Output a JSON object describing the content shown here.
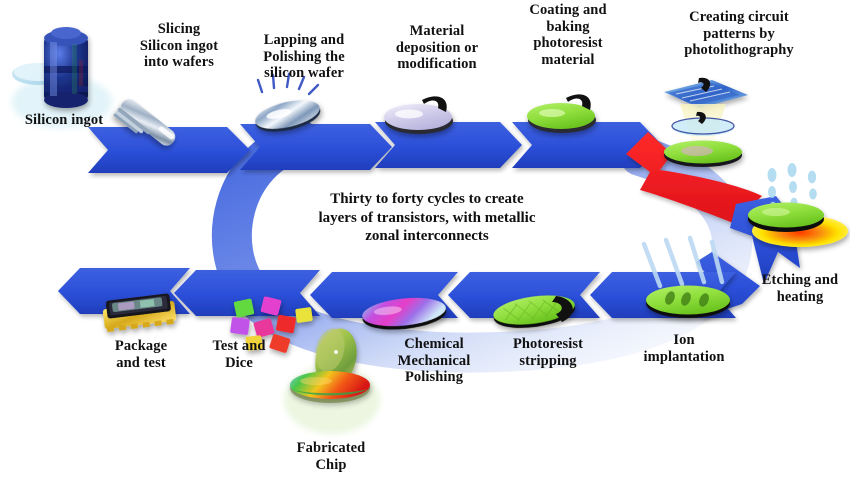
{
  "diagram": {
    "title_note": "Thirty to forty cycles to create\nlayers of transistors, with metallic\nzonal interconnects",
    "colors": {
      "arrow_blue": "#2b4fd8",
      "arrow_blue_dark": "#1f3dbb",
      "arrow_red": "#ef1822",
      "ring_blue": "#3a5fdc",
      "wafer_green": "#8ede3c",
      "wafer_lavender": "#d7d4ef",
      "hotplate_yellow": "#ffe200",
      "hotplate_orange": "#f26a12",
      "ingot_blue": "#1a2f92",
      "text": "#111111"
    },
    "steps": [
      {
        "id": "silicon-ingot",
        "label": "Silicon ingot",
        "icon": "ingot-icon",
        "row": "top",
        "order": 0
      },
      {
        "id": "slicing",
        "label": "Slicing\nSilicon ingot\ninto wafers",
        "icon": "saw-blade-icon",
        "row": "top",
        "order": 1
      },
      {
        "id": "lapping-polishing",
        "label": "Lapping and\nPolishing the\nsilicon wafer",
        "icon": "shiny-wafer-icon",
        "row": "top",
        "order": 2
      },
      {
        "id": "material-deposition",
        "label": "Material\ndeposition or\nmodification",
        "icon": "deposition-wafer-icon",
        "row": "top",
        "order": 3
      },
      {
        "id": "coating-baking",
        "label": "Coating and\nbaking\nphotoresist\nmaterial",
        "icon": "photoresist-wafer-icon",
        "row": "top",
        "order": 4
      },
      {
        "id": "photolithography",
        "label": "Creating circuit\npatterns by\nphotolithography",
        "icon": "stepper-icon",
        "row": "top",
        "order": 5
      },
      {
        "id": "etching-heating",
        "label": "Etching and\nheating",
        "icon": "hotplate-icon",
        "row": "right",
        "order": 6
      },
      {
        "id": "ion-implantation",
        "label": "Ion\nimplantation",
        "icon": "ion-beam-icon",
        "row": "bottom",
        "order": 7
      },
      {
        "id": "photoresist-stripping",
        "label": "Photoresist\nstripping",
        "icon": "stripping-wafer-icon",
        "row": "bottom",
        "order": 8
      },
      {
        "id": "cmp",
        "label": "Chemical\nMechanical\nPolishing",
        "icon": "cmp-wafer-icon",
        "row": "bottom",
        "order": 9
      },
      {
        "id": "fabricated-chip",
        "label": "Fabricated\nChip",
        "icon": "fabricated-chip-icon",
        "row": "bottom",
        "order": 10
      },
      {
        "id": "test-dice",
        "label": "Test and\nDice",
        "icon": "dice-chips-icon",
        "row": "bottom",
        "order": 11
      },
      {
        "id": "package-test",
        "label": "Package\nand test",
        "icon": "packaged-chip-icon",
        "row": "bottom",
        "order": 12
      }
    ]
  }
}
